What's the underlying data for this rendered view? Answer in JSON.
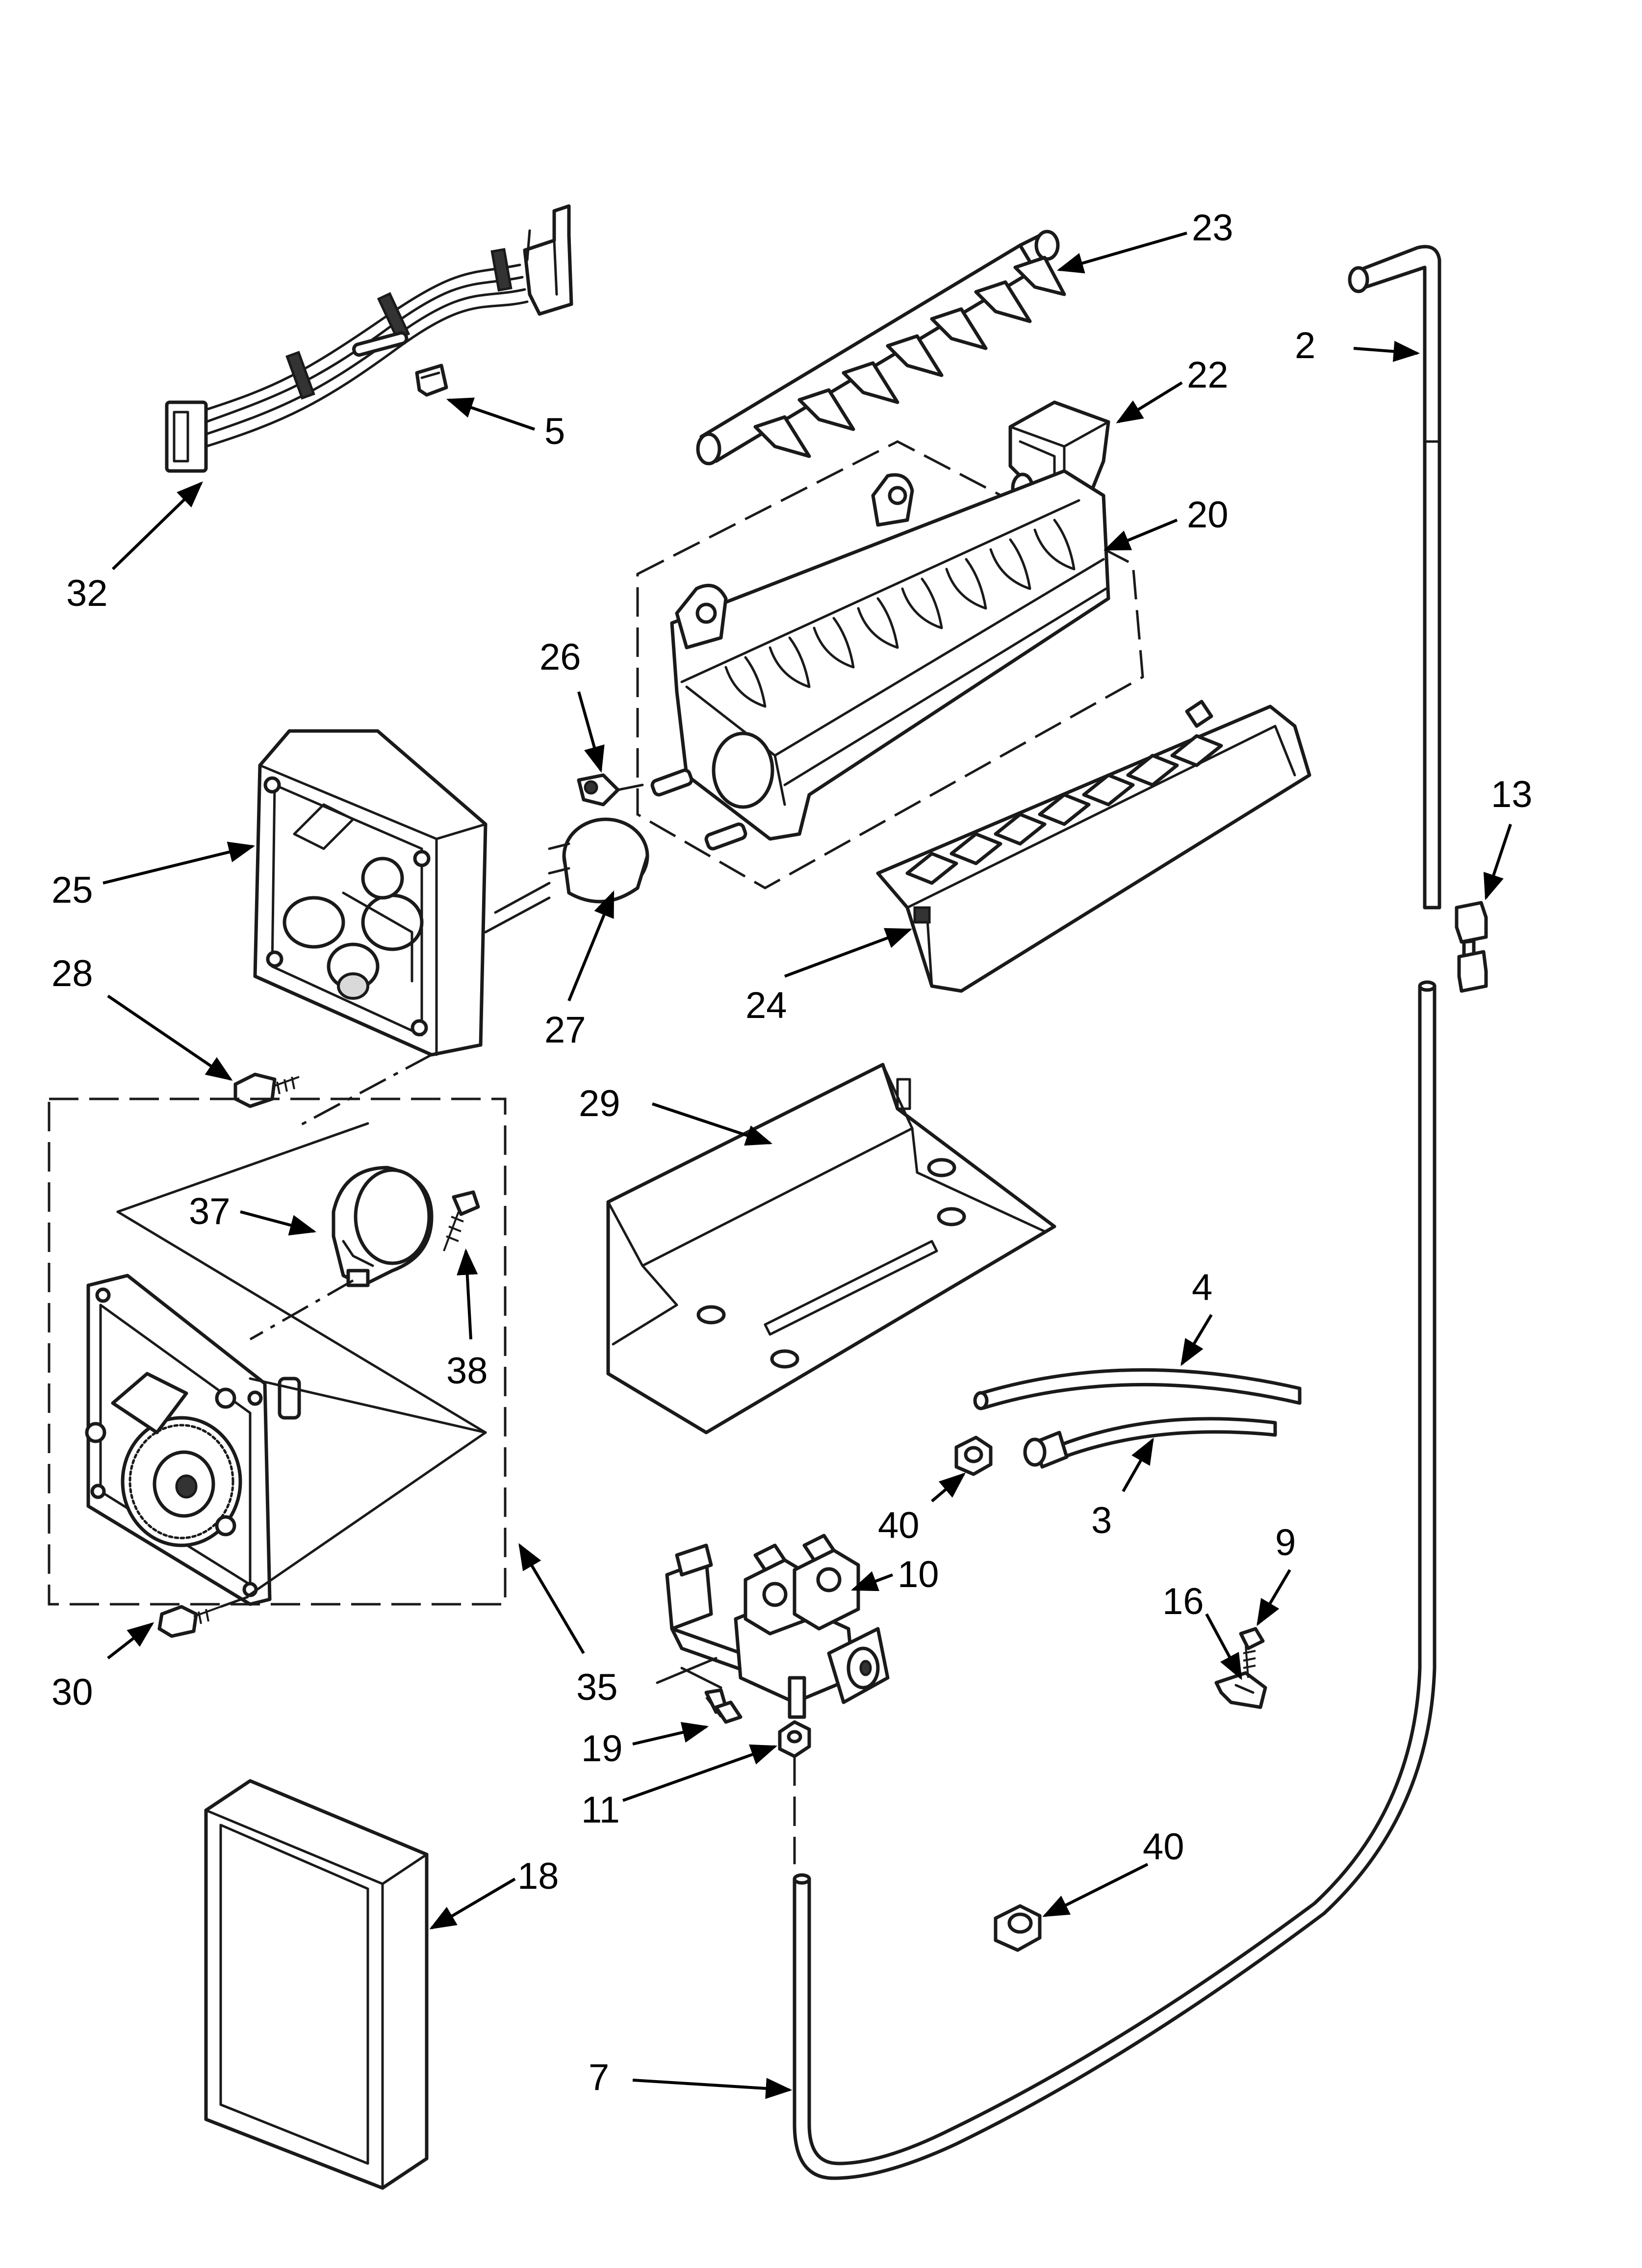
{
  "colors": {
    "ink": "#1a1a1a",
    "background": "#ffffff"
  },
  "callouts": [
    {
      "id": "23",
      "text": "23"
    },
    {
      "id": "2",
      "text": "2"
    },
    {
      "id": "22",
      "text": "22"
    },
    {
      "id": "5",
      "text": "5"
    },
    {
      "id": "32",
      "text": "32"
    },
    {
      "id": "20",
      "text": "20"
    },
    {
      "id": "26",
      "text": "26"
    },
    {
      "id": "13",
      "text": "13"
    },
    {
      "id": "25",
      "text": "25"
    },
    {
      "id": "28",
      "text": "28"
    },
    {
      "id": "27",
      "text": "27"
    },
    {
      "id": "24",
      "text": "24"
    },
    {
      "id": "29",
      "text": "29"
    },
    {
      "id": "37",
      "text": "37"
    },
    {
      "id": "38",
      "text": "38"
    },
    {
      "id": "4",
      "text": "4"
    },
    {
      "id": "40a",
      "text": "40"
    },
    {
      "id": "3",
      "text": "3"
    },
    {
      "id": "9",
      "text": "9"
    },
    {
      "id": "10",
      "text": "10"
    },
    {
      "id": "16",
      "text": "16"
    },
    {
      "id": "30",
      "text": "30"
    },
    {
      "id": "35",
      "text": "35"
    },
    {
      "id": "19",
      "text": "19"
    },
    {
      "id": "11",
      "text": "11"
    },
    {
      "id": "18",
      "text": "18"
    },
    {
      "id": "40b",
      "text": "40"
    },
    {
      "id": "7",
      "text": "7"
    }
  ]
}
